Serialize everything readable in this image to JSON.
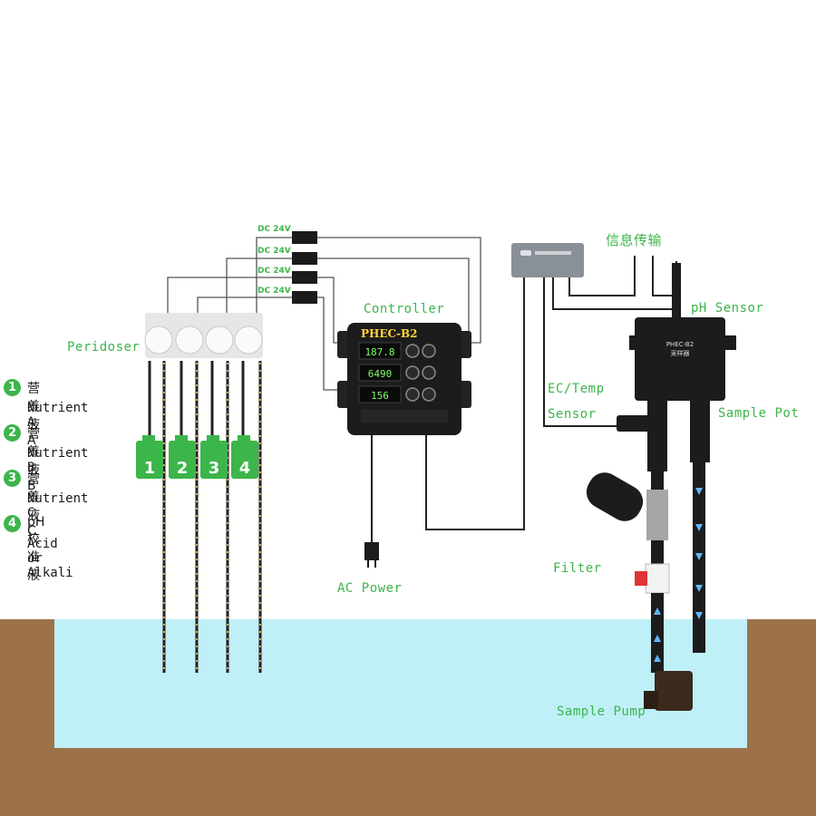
{
  "labels": {
    "peridoser": "Peridoser",
    "controller": "Controller",
    "ac_power": "AC Power",
    "info_transfer": "信息传输",
    "ph_sensor": "pH Sensor",
    "ec_temp": "EC/Temp",
    "sensor": "Sensor",
    "sample_pot": "Sample Pot",
    "filter": "Filter",
    "sample_pump": "Sample Pump"
  },
  "power_adapters": [
    "DC 24V",
    "DC 24V",
    "DC 24V",
    "DC 24V"
  ],
  "legend": [
    {
      "num": "1",
      "cn": "营养液A",
      "en": "Nutrient A"
    },
    {
      "num": "2",
      "cn": "营养液B",
      "en": "Nutrient B"
    },
    {
      "num": "3",
      "cn": "营养液C",
      "en": "Nutrient C"
    },
    {
      "num": "4",
      "cn": "pH校准液",
      "en": "Acid or Alkali"
    }
  ],
  "bottles": [
    "1",
    "2",
    "3",
    "4"
  ],
  "controller": {
    "model": "PHEC-B2",
    "displays": [
      "187.8",
      "6490",
      "156"
    ]
  },
  "sensor_box": {
    "brand": "PHEC-B2",
    "sub": "采样器"
  },
  "colors": {
    "accent": "#3cb54a",
    "water": "#bff0f7",
    "soil": "#9e7249",
    "device": "#1c1c1c"
  }
}
